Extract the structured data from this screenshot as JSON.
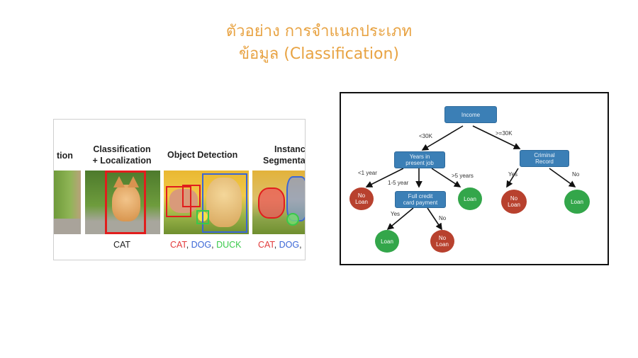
{
  "title": {
    "line1": "ตัวอย่าง การจำแนกประเภท",
    "line2": "ข้อมูล (Classification)"
  },
  "cv_figure": {
    "headers": {
      "classification_partial": "tion",
      "loc_line1": "Classification",
      "loc_line2": "+ Localization",
      "detection": "Object Detection",
      "instance_line1": "Instanc",
      "instance_line2": "Segmenta"
    },
    "captions": {
      "localization": "CAT",
      "detection": [
        {
          "text": "CAT",
          "color": "#e23b3b"
        },
        {
          "text": ", ",
          "color": "#333333"
        },
        {
          "text": "DOG",
          "color": "#3a66d6"
        },
        {
          "text": ", ",
          "color": "#333333"
        },
        {
          "text": "DUCK",
          "color": "#39c94a"
        }
      ],
      "instance": [
        {
          "text": "CAT",
          "color": "#e23b3b"
        },
        {
          "text": ", ",
          "color": "#333333"
        },
        {
          "text": "DOG",
          "color": "#3a66d6"
        },
        {
          "text": ",",
          "color": "#333333"
        }
      ]
    }
  },
  "decision_tree": {
    "root": "Income",
    "years": [
      "Years in",
      "present job"
    ],
    "criminal": [
      "Criminal",
      "Record"
    ],
    "credit": [
      "Full credit",
      "card payment"
    ],
    "edges": {
      "lt30k": "<30K",
      "ge30k": ">=30K",
      "lt1": "<1 year",
      "y1to5": "1-5 year",
      "gt5": ">5 years",
      "crim_yes": "Yes",
      "crim_no": "No",
      "credit_yes": "Yes",
      "credit_no": "No"
    },
    "leaves": {
      "no_loan_1": [
        "No",
        "Loan"
      ],
      "loan_1": [
        "Loan"
      ],
      "no_loan_2": [
        "No",
        "Loan"
      ],
      "loan_2": [
        "Loan"
      ],
      "loan_3": [
        "Loan"
      ],
      "no_loan_3": [
        "No",
        "Loan"
      ]
    }
  }
}
